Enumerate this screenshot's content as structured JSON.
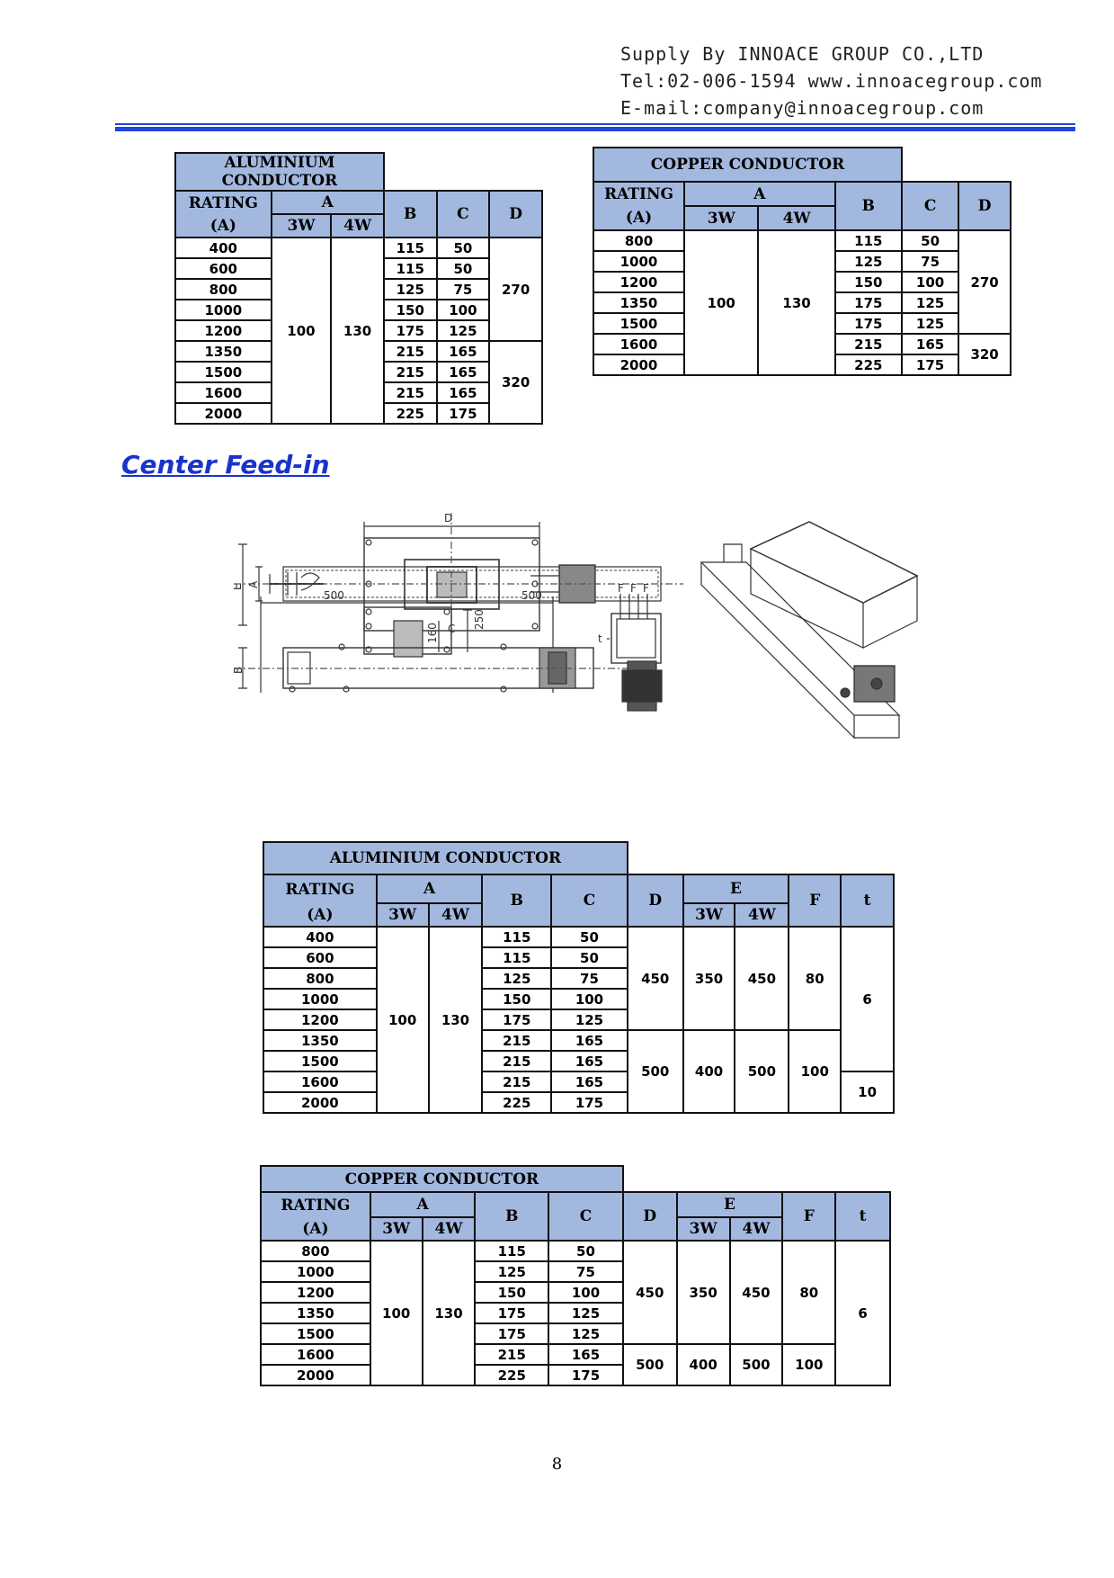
{
  "header": {
    "line1": "Supply By INNOACE GROUP CO.,LTD",
    "line2": "Tel:02-006-1594 www.innoacegroup.com",
    "line3": "E-mail:company@innoacegroup.com"
  },
  "colors": {
    "header_fill": "#a3b8de",
    "rule": "#2244dd",
    "title": "#1a33cc"
  },
  "top_aluminium": {
    "caption": "ALUMINIUM  CONDUCTOR",
    "rating_line1": "RATING",
    "rating_line2": "(A)",
    "col_a": "A",
    "col_3w": "3W",
    "col_4w": "4W",
    "col_b": "B",
    "col_c": "C",
    "col_d": "D",
    "a3w": "100",
    "a4w": "130",
    "d_upper": "270",
    "d_lower": "320",
    "rows": [
      {
        "rating": "400",
        "b": "115",
        "c": "50"
      },
      {
        "rating": "600",
        "b": "115",
        "c": "50"
      },
      {
        "rating": "800",
        "b": "125",
        "c": "75"
      },
      {
        "rating": "1000",
        "b": "150",
        "c": "100"
      },
      {
        "rating": "1200",
        "b": "175",
        "c": "125"
      },
      {
        "rating": "1350",
        "b": "215",
        "c": "165"
      },
      {
        "rating": "1500",
        "b": "215",
        "c": "165"
      },
      {
        "rating": "1600",
        "b": "215",
        "c": "165"
      },
      {
        "rating": "2000",
        "b": "225",
        "c": "175"
      }
    ]
  },
  "top_copper": {
    "caption": "COPPER  CONDUCTOR",
    "rating_line1": "RATING",
    "rating_line2": "(A)",
    "col_a": "A",
    "col_3w": "3W",
    "col_4w": "4W",
    "col_b": "B",
    "col_c": "C",
    "col_d": "D",
    "a3w": "100",
    "a4w": "130",
    "d_upper": "270",
    "d_lower": "320",
    "rows": [
      {
        "rating": "800",
        "b": "115",
        "c": "50"
      },
      {
        "rating": "1000",
        "b": "125",
        "c": "75"
      },
      {
        "rating": "1200",
        "b": "150",
        "c": "100"
      },
      {
        "rating": "1350",
        "b": "175",
        "c": "125"
      },
      {
        "rating": "1500",
        "b": "175",
        "c": "125"
      },
      {
        "rating": "1600",
        "b": "215",
        "c": "165"
      },
      {
        "rating": "2000",
        "b": "225",
        "c": "175"
      }
    ]
  },
  "section_title": "Center  Feed-in",
  "drawing_labels": {
    "d": "D",
    "e": "E",
    "a": "A",
    "b": "B",
    "c": "C",
    "t": "t",
    "f1": "F",
    "f2": "F",
    "f3": "F",
    "dim500_left": "500",
    "dim500_right": "500",
    "dim250": "250",
    "dim160": "160"
  },
  "mid_aluminium": {
    "caption": "ALUMINIUM  CONDUCTOR",
    "rating_line1": "RATING",
    "rating_line2": "(A)",
    "col_a": "A",
    "col_3w": "3W",
    "col_4w": "4W",
    "col_b": "B",
    "col_c": "C",
    "col_d": "D",
    "col_e": "E",
    "col_e3w": "3W",
    "col_e4w": "4W",
    "col_f": "F",
    "col_t": "t",
    "a3w": "100",
    "a4w": "130",
    "upper": {
      "d": "450",
      "e3w": "350",
      "e4w": "450",
      "f": "80"
    },
    "lower": {
      "d": "500",
      "e3w": "400",
      "e4w": "500",
      "f": "100"
    },
    "t_upper": "6",
    "t_lower": "10",
    "rows": [
      {
        "rating": "400",
        "b": "115",
        "c": "50"
      },
      {
        "rating": "600",
        "b": "115",
        "c": "50"
      },
      {
        "rating": "800",
        "b": "125",
        "c": "75"
      },
      {
        "rating": "1000",
        "b": "150",
        "c": "100"
      },
      {
        "rating": "1200",
        "b": "175",
        "c": "125"
      },
      {
        "rating": "1350",
        "b": "215",
        "c": "165"
      },
      {
        "rating": "1500",
        "b": "215",
        "c": "165"
      },
      {
        "rating": "1600",
        "b": "215",
        "c": "165"
      },
      {
        "rating": "2000",
        "b": "225",
        "c": "175"
      }
    ]
  },
  "bot_copper": {
    "caption": "COPPER  CONDUCTOR",
    "rating_line1": "RATING",
    "rating_line2": "(A)",
    "col_a": "A",
    "col_3w": "3W",
    "col_4w": "4W",
    "col_b": "B",
    "col_c": "C",
    "col_d": "D",
    "col_e": "E",
    "col_e3w": "3W",
    "col_e4w": "4W",
    "col_f": "F",
    "col_t": "t",
    "a3w": "100",
    "a4w": "130",
    "upper": {
      "d": "450",
      "e3w": "350",
      "e4w": "450",
      "f": "80"
    },
    "lower": {
      "d": "500",
      "e3w": "400",
      "e4w": "500",
      "f": "100"
    },
    "t_all": "6",
    "rows": [
      {
        "rating": "800",
        "b": "115",
        "c": "50"
      },
      {
        "rating": "1000",
        "b": "125",
        "c": "75"
      },
      {
        "rating": "1200",
        "b": "150",
        "c": "100"
      },
      {
        "rating": "1350",
        "b": "175",
        "c": "125"
      },
      {
        "rating": "1500",
        "b": "175",
        "c": "125"
      },
      {
        "rating": "1600",
        "b": "215",
        "c": "165"
      },
      {
        "rating": "2000",
        "b": "225",
        "c": "175"
      }
    ]
  },
  "page_number": "8"
}
